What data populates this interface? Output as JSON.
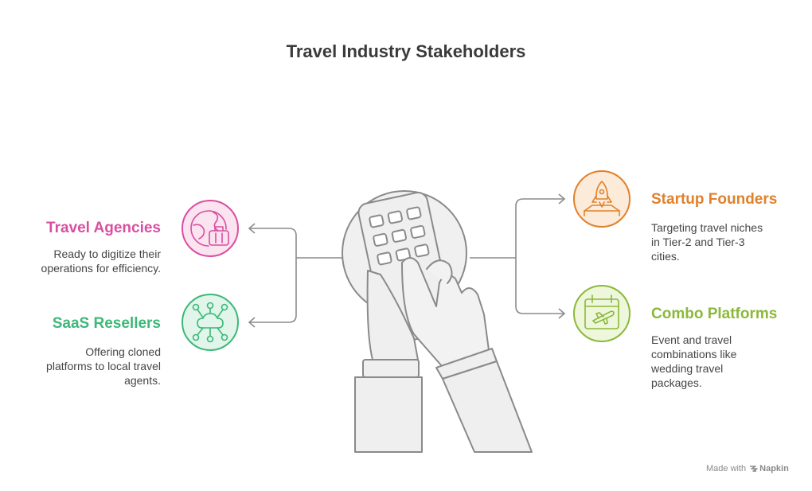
{
  "title": "Travel Industry Stakeholders",
  "stakeholders": [
    {
      "heading": "Travel Agencies",
      "desc": [
        "Ready to digitize their",
        "operations for efficiency."
      ],
      "color": "#d94fa0",
      "icon": "globe-luggage-icon"
    },
    {
      "heading": "SaaS Resellers",
      "desc": [
        "Offering cloned",
        "platforms to local travel",
        "agents."
      ],
      "color": "#3cb878",
      "icon": "cloud-network-icon"
    },
    {
      "heading": "Startup Founders",
      "desc": [
        "Targeting travel niches",
        "in Tier-2 and Tier-3",
        "cities."
      ],
      "color": "#e0812b",
      "icon": "rocket-launch-icon"
    },
    {
      "heading": "Combo Platforms",
      "desc": [
        "Event and travel",
        "combinations like",
        "wedding travel",
        "packages."
      ],
      "color": "#8cb83a",
      "icon": "calendar-plane-icon"
    }
  ],
  "center_icon": "hand-on-keypad-icon",
  "watermark": {
    "prefix": "Made with",
    "brand": "Napkin"
  }
}
